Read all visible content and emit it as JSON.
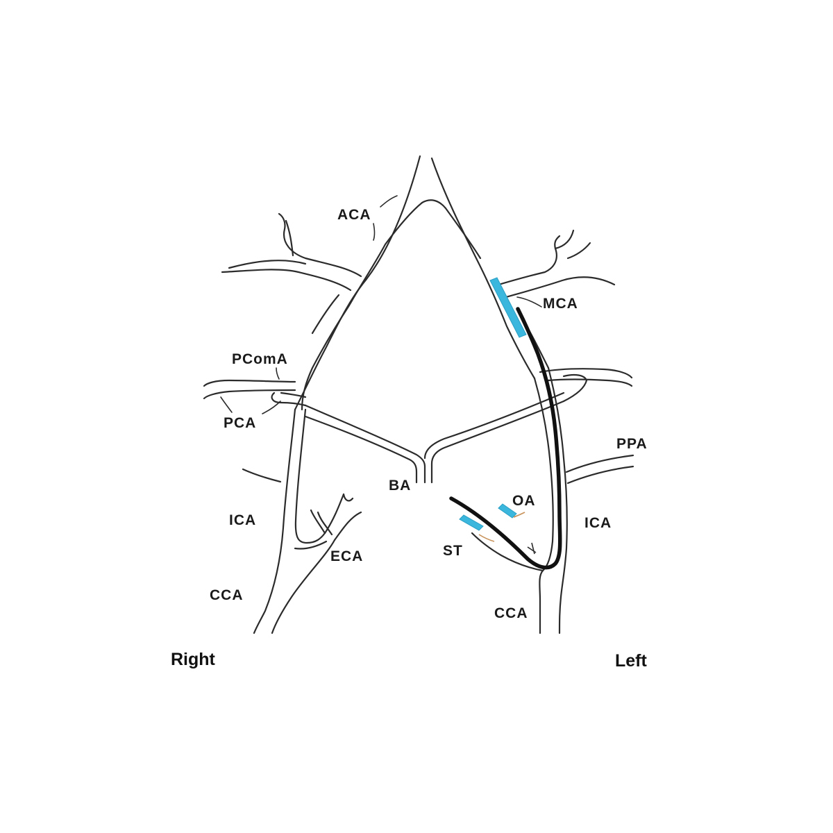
{
  "labels": {
    "aca": "ACA",
    "mca": "MCA",
    "pcoma": "PComA",
    "pca": "PCA",
    "ppa": "PPA",
    "ba": "BA",
    "oa": "OA",
    "st": "ST",
    "ica_right": "ICA",
    "ica_left": "ICA",
    "eca": "ECA",
    "cca_right": "CCA",
    "cca_left": "CCA"
  },
  "sides": {
    "right": "Right",
    "left": "Left"
  },
  "colors": {
    "vessel_outline": "#2b2b2b",
    "catheter": "#111111",
    "device_marker": "#3bb6dd",
    "stump": "#c8925a"
  }
}
